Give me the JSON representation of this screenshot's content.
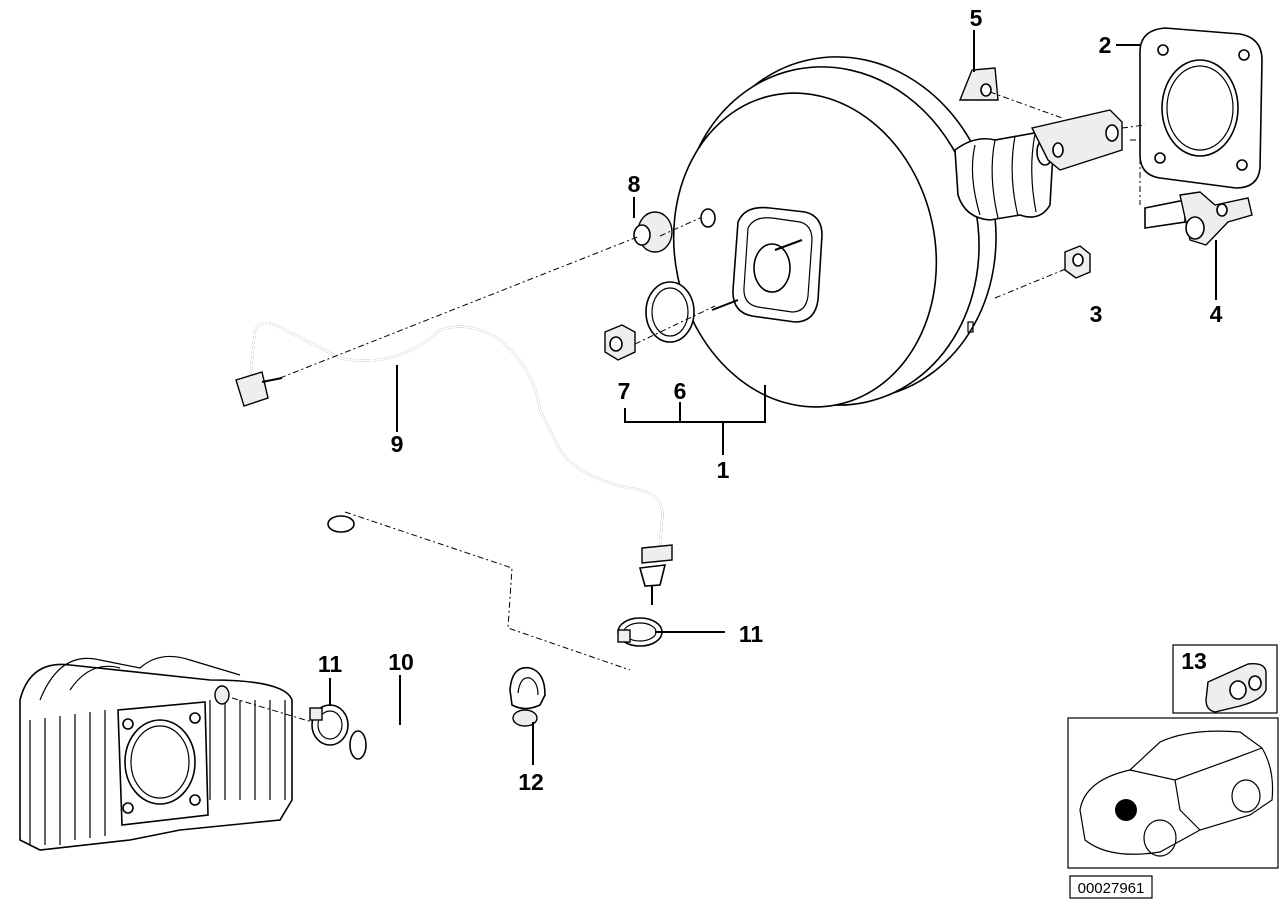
{
  "diagram": {
    "labels": [
      {
        "id": "1",
        "text": "1"
      },
      {
        "id": "2",
        "text": "2"
      },
      {
        "id": "3",
        "text": "3"
      },
      {
        "id": "4",
        "text": "4"
      },
      {
        "id": "5",
        "text": "5"
      },
      {
        "id": "6",
        "text": "6"
      },
      {
        "id": "7",
        "text": "7"
      },
      {
        "id": "8",
        "text": "8"
      },
      {
        "id": "9",
        "text": "9"
      },
      {
        "id": "10",
        "text": "10"
      },
      {
        "id": "11a",
        "text": "11"
      },
      {
        "id": "11b",
        "text": "11"
      },
      {
        "id": "12",
        "text": "12"
      },
      {
        "id": "13",
        "text": "13"
      }
    ],
    "reference_number": "00027961"
  }
}
